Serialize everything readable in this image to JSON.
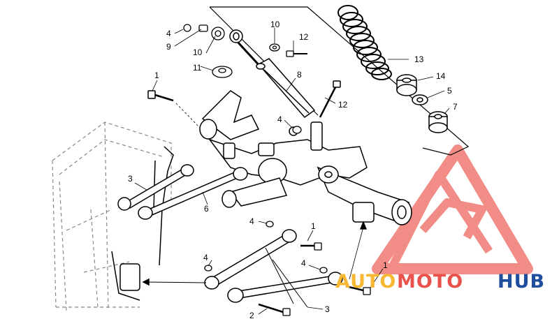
{
  "callouts": {
    "c1": "1",
    "c2": "2",
    "c3": "3",
    "c4": "4",
    "c5": "5",
    "c6": "6",
    "c7": "7",
    "c8": "8",
    "c9": "9",
    "c10": "10",
    "c11": "11",
    "c12": "12",
    "c13": "13",
    "c14": "14"
  },
  "watermark": {
    "text_auto": "AUTO",
    "text_moto": "MOTO",
    "text_hub": "HUB",
    "colors": {
      "auto": "#f7b733",
      "moto": "#e8524a",
      "hub": "#1f4e9e",
      "logo": "#e8524a"
    }
  }
}
